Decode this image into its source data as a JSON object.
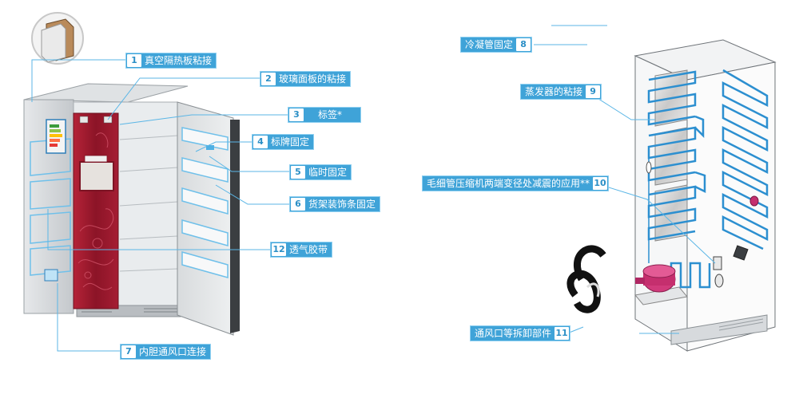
{
  "callouts": [
    {
      "num": "1",
      "label": "真空隔热板粘接"
    },
    {
      "num": "2",
      "label": "玻璃面板的粘接"
    },
    {
      "num": "3",
      "label": "标签*"
    },
    {
      "num": "4",
      "label": "标牌固定"
    },
    {
      "num": "5",
      "label": "临时固定"
    },
    {
      "num": "6",
      "label": "货架装饰条固定"
    },
    {
      "num": "12",
      "label": "透气胶带"
    },
    {
      "num": "7",
      "label": "内胆通风口连接"
    },
    {
      "num": "8",
      "label": "冷凝管固定"
    },
    {
      "num": "9",
      "label": "蒸发器的粘接"
    },
    {
      "num": "10",
      "label": "毛细管压缩机两端变径处减震的应用**"
    },
    {
      "num": "11",
      "label": "通风口等拆卸部件"
    }
  ],
  "colors": {
    "callout_bg": "#3fa3d8",
    "leader_line": "#5bb6e6",
    "door_red": "#a01e33",
    "tube_blue": "#2c8fd0",
    "cabinet_gray": "#cfd3d6"
  },
  "icons": [
    "insulation-panel-icon",
    "gasket-ring-icon",
    "compressor-icon",
    "energy-label-icon"
  ]
}
